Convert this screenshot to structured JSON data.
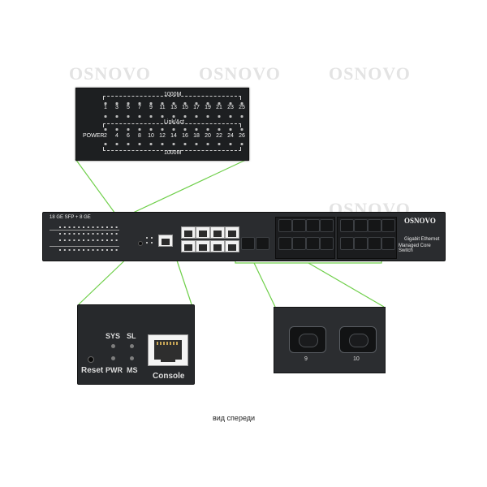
{
  "watermark_text": "OSNOVO",
  "led_panel": {
    "top_speed_label": "1000M",
    "bottom_speed_label": "1000M",
    "link_label": "Link/Act",
    "power_label": "POWER",
    "odd_ports": [
      "1",
      "3",
      "5",
      "7",
      "9",
      "11",
      "13",
      "15",
      "17",
      "19",
      "21",
      "23",
      "25"
    ],
    "even_ports": [
      "2",
      "4",
      "6",
      "8",
      "10",
      "12",
      "14",
      "16",
      "18",
      "20",
      "22",
      "24",
      "26"
    ]
  },
  "switch": {
    "model_label": "18 GE SFP + 8 GE",
    "brand": "OSNOVO",
    "desc_line1": "Gigabit Ethernet",
    "desc_line2": "Managed Core Switch"
  },
  "console_zoom": {
    "sys": "SYS",
    "sl": "SL",
    "pwr": "PWR",
    "ms": "MS",
    "reset": "Reset",
    "console": "Console"
  },
  "sfp_zoom": {
    "port_a": "9",
    "port_b": "10"
  },
  "caption": "вид спереди",
  "colors": {
    "callout_line": "#6fcf4a",
    "device_body": "#2a2c2f"
  }
}
